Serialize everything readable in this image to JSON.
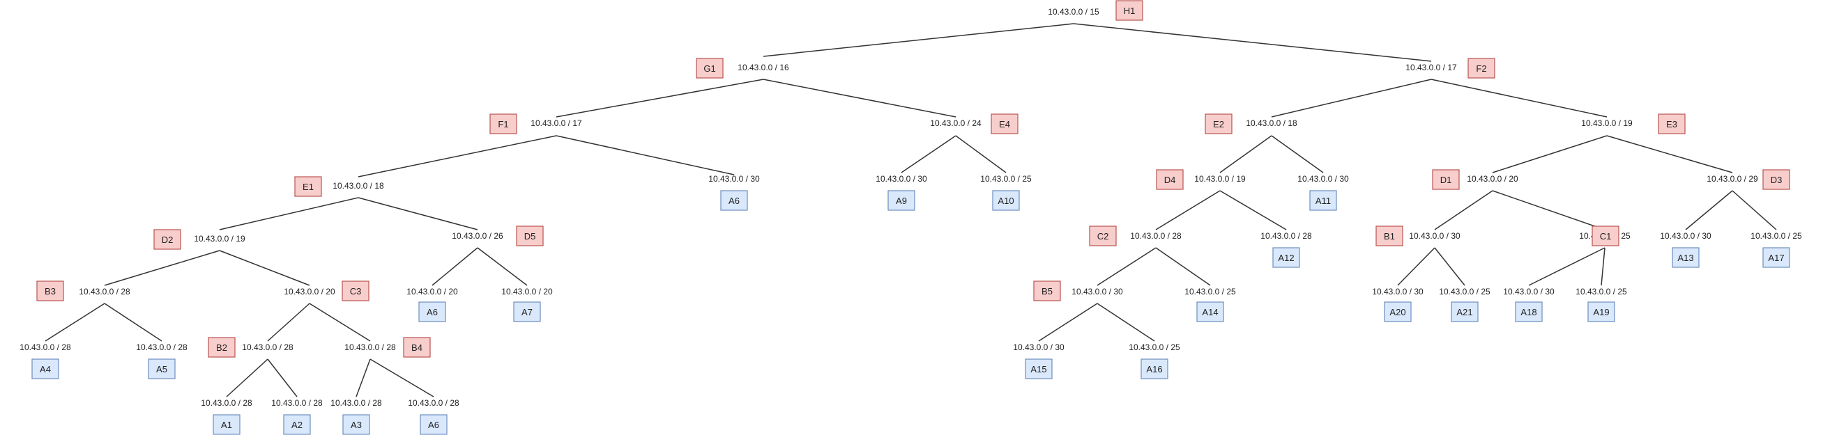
{
  "colors": {
    "internal_fill": "#f8cecc",
    "internal_stroke": "#b85450",
    "leaf_fill": "#dae8fc",
    "leaf_stroke": "#6c8ebf",
    "edge": "#333333"
  },
  "nodes": [
    {
      "id": "H1",
      "prefix": "10.43.0.0 / 15",
      "kind": "internal"
    },
    {
      "id": "G1",
      "prefix": "10.43.0.0 / 16",
      "kind": "internal"
    },
    {
      "id": "F2",
      "prefix": "10.43.0.0 / 17",
      "kind": "internal"
    },
    {
      "id": "F1",
      "prefix": "10.43.0.0 / 17",
      "kind": "internal"
    },
    {
      "id": "E4",
      "prefix": "10.43.0.0 / 24",
      "kind": "internal"
    },
    {
      "id": "E2",
      "prefix": "10.43.0.0 / 18",
      "kind": "internal"
    },
    {
      "id": "E3",
      "prefix": "10.43.0.0 / 19",
      "kind": "internal"
    },
    {
      "id": "E1",
      "prefix": "10.43.0.0 / 18",
      "kind": "internal"
    },
    {
      "id": "A6",
      "prefix": "10.43.0.0 / 30",
      "kind": "leaf"
    },
    {
      "id": "A9",
      "prefix": "10.43.0.0 / 30",
      "kind": "leaf"
    },
    {
      "id": "A10",
      "prefix": "10.43.0.0 / 25",
      "kind": "leaf"
    },
    {
      "id": "D4",
      "prefix": "10.43.0.0 / 19",
      "kind": "internal"
    },
    {
      "id": "A11",
      "prefix": "10.43.0.0 / 30",
      "kind": "leaf"
    },
    {
      "id": "D1",
      "prefix": "10.43.0.0 / 20",
      "kind": "internal"
    },
    {
      "id": "D3",
      "prefix": "10.43.0.0 / 29",
      "kind": "internal"
    },
    {
      "id": "D2",
      "prefix": "10.43.0.0 / 19",
      "kind": "internal"
    },
    {
      "id": "D5",
      "prefix": "10.43.0.0 / 26",
      "kind": "internal"
    },
    {
      "id": "C2",
      "prefix": "10.43.0.0 / 28",
      "kind": "internal"
    },
    {
      "id": "A12",
      "prefix": "10.43.0.0 / 28",
      "kind": "leaf"
    },
    {
      "id": "B1",
      "prefix": "10.43.0.0 / 30",
      "kind": "internal"
    },
    {
      "id": "C1",
      "prefix": "10.43.0.0 / 25",
      "kind": "internal"
    },
    {
      "id": "A13",
      "prefix": "10.43.0.0 / 30",
      "kind": "leaf"
    },
    {
      "id": "A17",
      "prefix": "10.43.0.0 / 25",
      "kind": "leaf"
    },
    {
      "id": "B3",
      "prefix": "10.43.0.0 / 28",
      "kind": "internal"
    },
    {
      "id": "C3",
      "prefix": "10.43.0.0 / 20",
      "kind": "internal"
    },
    {
      "id": "A6",
      "prefix": "10.43.0.0 / 20",
      "kind": "leaf"
    },
    {
      "id": "A7",
      "prefix": "10.43.0.0 / 20",
      "kind": "leaf"
    },
    {
      "id": "B5",
      "prefix": "10.43.0.0 / 30",
      "kind": "internal"
    },
    {
      "id": "A14",
      "prefix": "10.43.0.0 / 25",
      "kind": "leaf"
    },
    {
      "id": "A20",
      "prefix": "10.43.0.0 / 30",
      "kind": "leaf"
    },
    {
      "id": "A21",
      "prefix": "10.43.0.0 / 25",
      "kind": "leaf"
    },
    {
      "id": "A18",
      "prefix": "10.43.0.0 / 30",
      "kind": "leaf"
    },
    {
      "id": "A19",
      "prefix": "10.43.0.0 / 25",
      "kind": "leaf"
    },
    {
      "id": "A4",
      "prefix": "10.43.0.0 / 28",
      "kind": "leaf"
    },
    {
      "id": "A5",
      "prefix": "10.43.0.0 / 28",
      "kind": "leaf"
    },
    {
      "id": "B2",
      "prefix": "10.43.0.0 / 28",
      "kind": "internal"
    },
    {
      "id": "B4",
      "prefix": "10.43.0.0 / 28",
      "kind": "internal"
    },
    {
      "id": "A15",
      "prefix": "10.43.0.0 / 30",
      "kind": "leaf"
    },
    {
      "id": "A16",
      "prefix": "10.43.0.0 / 25",
      "kind": "leaf"
    },
    {
      "id": "A1",
      "prefix": "10.43.0.0 / 28",
      "kind": "leaf"
    },
    {
      "id": "A2",
      "prefix": "10.43.0.0 / 28",
      "kind": "leaf"
    },
    {
      "id": "A3",
      "prefix": "10.43.0.0 / 28",
      "kind": "leaf"
    },
    {
      "id": "A6",
      "prefix": "10.43.0.0 / 28",
      "kind": "leaf"
    }
  ]
}
